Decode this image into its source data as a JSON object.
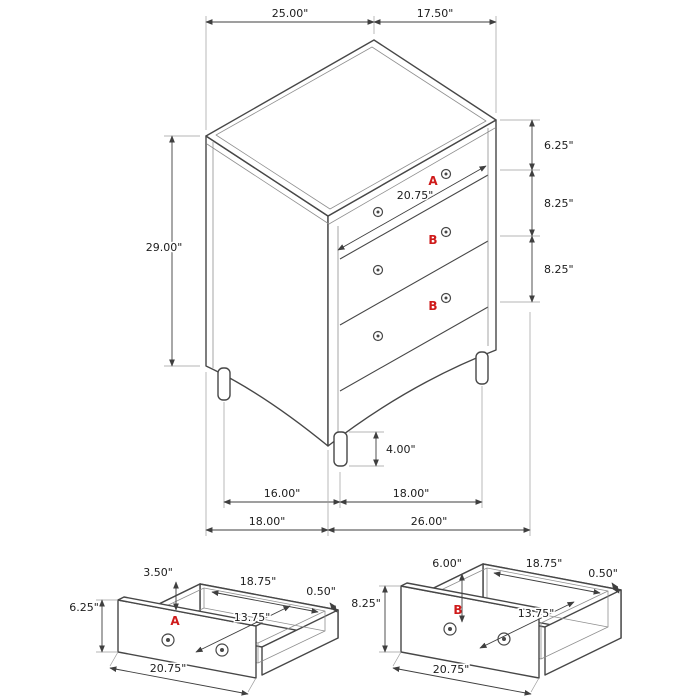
{
  "chest": {
    "drawers": [
      {
        "label": "A"
      },
      {
        "label": "B"
      },
      {
        "label": "B"
      }
    ],
    "dims": {
      "top_depth": "25.00\"",
      "top_width": "17.50\"",
      "height": "29.00\"",
      "top_drawer_height": "6.25\"",
      "middle_drawer_height": "8.25\"",
      "bottom_drawer_height": "8.25\"",
      "drawer_front_width": "20.75\"",
      "leg_height": "4.00\"",
      "leg_span_depth": "16.00\"",
      "leg_span_width": "18.00\"",
      "overall_depth": "18.00\"",
      "overall_width": "26.00\""
    }
  },
  "drawer_details": [
    {
      "label": "A",
      "side_height": "3.50\"",
      "interior_width": "18.75\"",
      "panel_thickness": "0.50\"",
      "interior_depth": "13.75\"",
      "front_height": "6.25\"",
      "front_width": "20.75\""
    },
    {
      "label": "B",
      "side_height": "6.00\"",
      "interior_width": "18.75\"",
      "panel_thickness": "0.50\"",
      "interior_depth": "13.75\"",
      "front_height": "8.25\"",
      "front_width": "20.75\""
    }
  ],
  "colors": {
    "accent_red": "#cf1b1b",
    "line": "#474747"
  }
}
